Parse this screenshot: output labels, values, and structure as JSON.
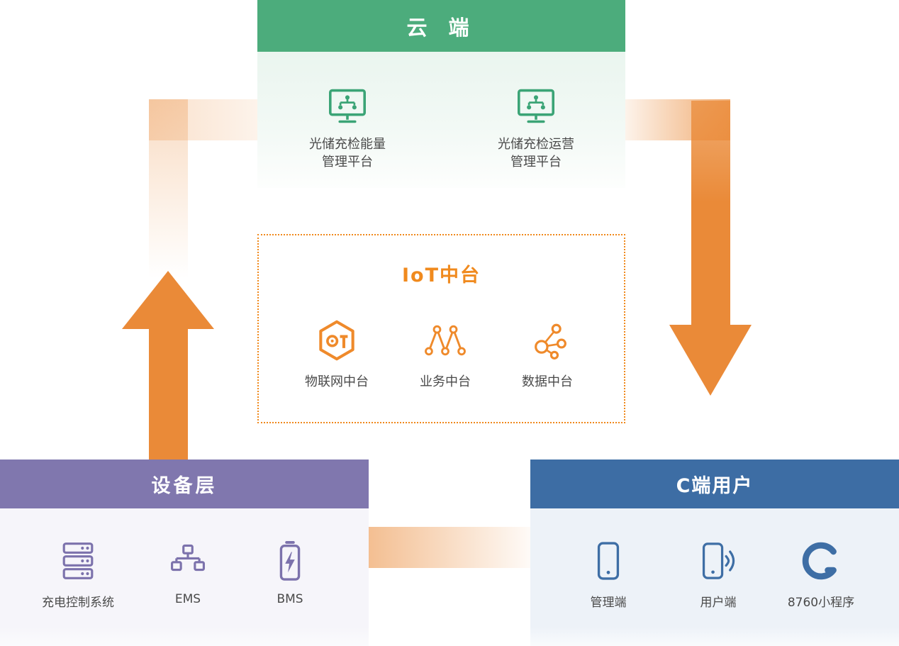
{
  "cloud": {
    "header_label": "云 端",
    "platforms": [
      {
        "icon": "monitor-network-icon",
        "line1": "光储充检能量",
        "line2": "管理平台"
      },
      {
        "icon": "monitor-network-icon",
        "line1": "光储充检运营",
        "line2": "管理平台"
      }
    ]
  },
  "iot": {
    "title": "IoT中台",
    "items": [
      {
        "icon": "iot-hexagon-icon",
        "label": "物联网中台"
      },
      {
        "icon": "business-network-icon",
        "label": "业务中台"
      },
      {
        "icon": "data-hub-icon",
        "label": "数据中台"
      }
    ]
  },
  "device_layer": {
    "header_label": "设备层",
    "items": [
      {
        "icon": "server-rack-icon",
        "label": "充电控制系统"
      },
      {
        "icon": "ems-sitemap-icon",
        "label": "EMS"
      },
      {
        "icon": "battery-bolt-icon",
        "label": "BMS"
      }
    ]
  },
  "c_users": {
    "header_label": "C端用户",
    "items": [
      {
        "icon": "phone-icon",
        "label": "管理端"
      },
      {
        "icon": "phone-signal-icon",
        "label": "用户端"
      },
      {
        "icon": "c-logo-icon",
        "label": "8760小程序"
      }
    ]
  },
  "colors": {
    "cloud_green": "#4CAC7C",
    "device_purple": "#8077AE",
    "cuser_blue": "#3D6DA4",
    "arrow_orange": "#EA8A38",
    "iot_orange": "#F08A1E"
  }
}
